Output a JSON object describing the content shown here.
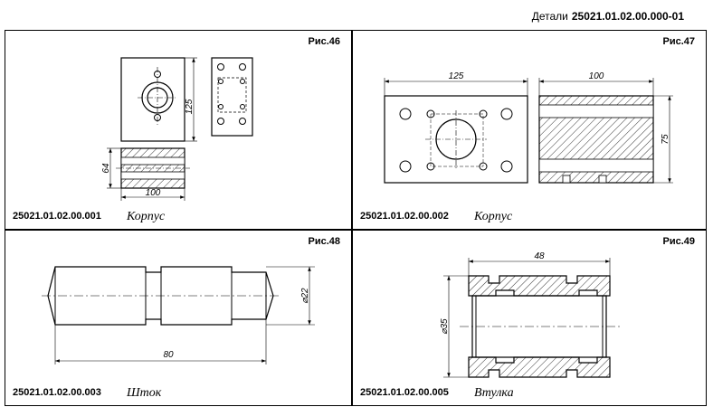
{
  "header": {
    "prefix": "Детали",
    "code": "25021.01.02.00.000-01"
  },
  "panels": [
    {
      "fig": "Рис.46",
      "code": "25021.01.02.00.001",
      "name": "Корпус",
      "dims": {
        "height": "125",
        "thick": "64",
        "length": "100"
      }
    },
    {
      "fig": "Рис.47",
      "code": "25021.01.02.00.002",
      "name": "Корпус",
      "dims": {
        "width": "125",
        "length": "100",
        "height": "75"
      }
    },
    {
      "fig": "Рис.48",
      "code": "25021.01.02.00.003",
      "name": "Шток",
      "dims": {
        "diameter": "⌀22",
        "length": "80"
      }
    },
    {
      "fig": "Рис.49",
      "code": "25021.01.02.00.005",
      "name": "Втулка",
      "dims": {
        "length": "48",
        "diameter": "⌀35"
      }
    }
  ]
}
